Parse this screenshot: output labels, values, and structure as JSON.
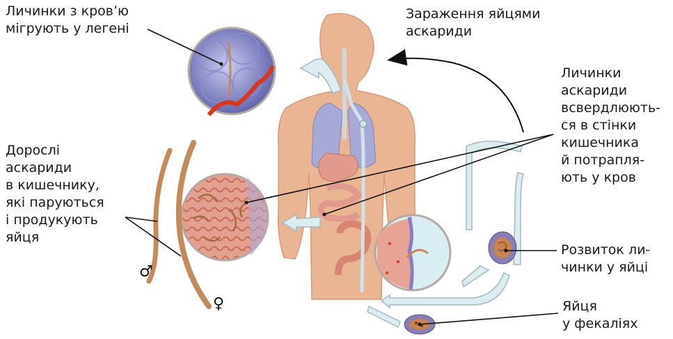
{
  "labels": {
    "lungs": [
      "Личинки з кров’ю",
      "мігрують у легені"
    ],
    "infection": [
      "Зараження яйцями",
      "аскариди"
    ],
    "penetration": [
      "Личинки",
      "аскариди",
      "всвердлюють-",
      "ся в стінки",
      "кишечника",
      "й потрапля-",
      "ють у кров"
    ],
    "adults": [
      "Дорослі",
      "аскариди",
      "в кишечнику,",
      "які паруються",
      "і продукують",
      "яйця"
    ],
    "development": [
      "Розвиток ли-",
      "чинки у яйці"
    ],
    "eggs": [
      "Яйця",
      "у фекаліях"
    ]
  },
  "symbols": {
    "male": "♂",
    "female": "♀"
  },
  "colors": {
    "skin": "#e9b592",
    "skin_shade": "#d9997a",
    "lung": "#a7a9d6",
    "intestine": "#e39a8e",
    "arrow_fill": "#dcecef",
    "arrow_stroke": "#9fb9c2",
    "worm": "#c48a59",
    "vessel": "#d9361c",
    "line": "#1a1a1a"
  }
}
